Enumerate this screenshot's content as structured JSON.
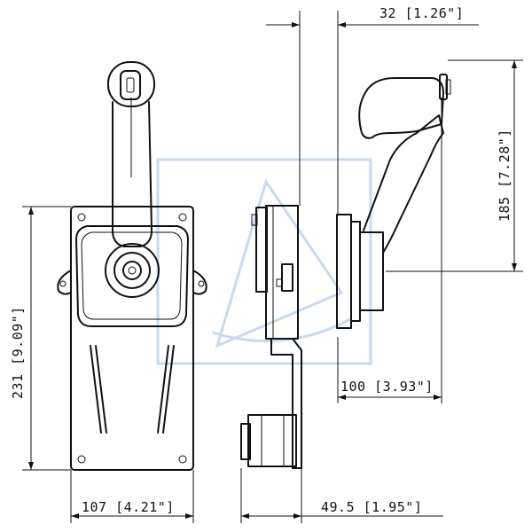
{
  "dimensions": {
    "top_width": "32 [1.26\"]",
    "height_lever": "185 [7.28\"]",
    "height_plate": "231 [9.09\"]",
    "width_plate": "107 [4.21\"]",
    "depth_housing": "100 [3.93\"]",
    "depth_bracket": "49.5 [1.95\"]"
  },
  "colors": {
    "line": "#111111",
    "watermark": "#c9d9f0"
  }
}
